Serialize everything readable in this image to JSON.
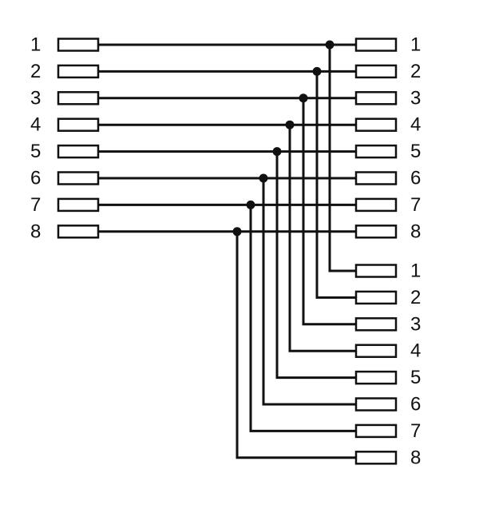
{
  "colors": {
    "line": "#111111",
    "background": "#ffffff"
  },
  "left_connector": {
    "pins": [
      "1",
      "2",
      "3",
      "4",
      "5",
      "6",
      "7",
      "8"
    ]
  },
  "right_top_connector": {
    "pins": [
      "1",
      "2",
      "3",
      "4",
      "5",
      "6",
      "7",
      "8"
    ]
  },
  "right_bottom_connector": {
    "pins": [
      "1",
      "2",
      "3",
      "4",
      "5",
      "6",
      "7",
      "8"
    ]
  },
  "wiring": [
    {
      "from": "1",
      "to_top": "1",
      "to_bottom": "1"
    },
    {
      "from": "2",
      "to_top": "2",
      "to_bottom": "2"
    },
    {
      "from": "3",
      "to_top": "3",
      "to_bottom": "3"
    },
    {
      "from": "4",
      "to_top": "4",
      "to_bottom": "4"
    },
    {
      "from": "5",
      "to_top": "5",
      "to_bottom": "5"
    },
    {
      "from": "6",
      "to_top": "6",
      "to_bottom": "6"
    },
    {
      "from": "7",
      "to_top": "7",
      "to_bottom": "7"
    },
    {
      "from": "8",
      "to_top": "8",
      "to_bottom": "8"
    }
  ]
}
